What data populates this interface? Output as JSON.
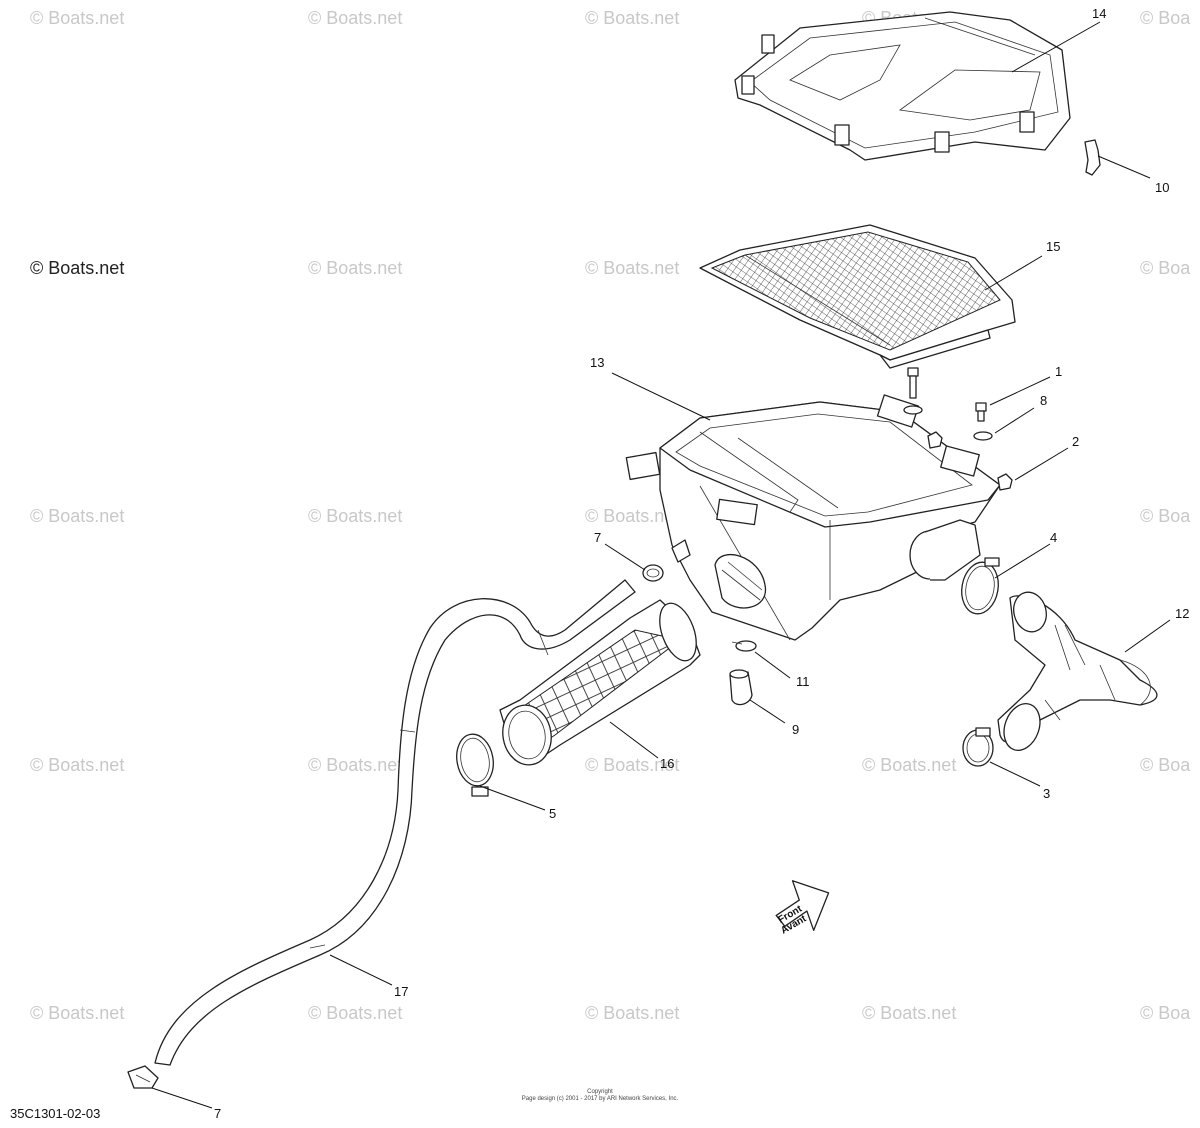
{
  "watermark": {
    "text": "© Boats.net",
    "short_text": "© Boa",
    "main_text": "© Boats.net"
  },
  "callouts": [
    "14",
    "10",
    "15",
    "13",
    "1",
    "8",
    "2",
    "7",
    "4",
    "12",
    "11",
    "9",
    "16",
    "5",
    "3",
    "17",
    "7"
  ],
  "diagram_code": "35C1301-02-03",
  "copyright": {
    "line1": "Copyright",
    "line2": "Page design (c) 2001 - 2017 by ARI Network Services, Inc."
  },
  "front_arrow": {
    "line1": "Front",
    "line2": "Avant"
  }
}
